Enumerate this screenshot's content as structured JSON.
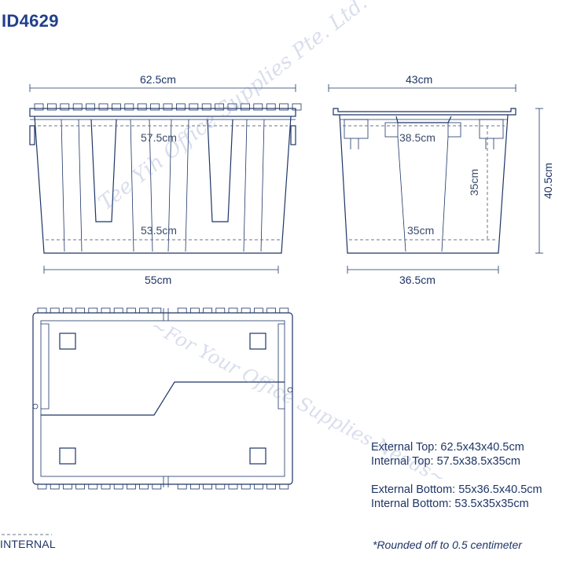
{
  "product_id": "ID4629",
  "dimensions": {
    "external_top_length": "62.5cm",
    "external_top_width": "43cm",
    "internal_top_length": "57.5cm",
    "internal_top_width": "38.5cm",
    "internal_bottom_length": "53.5cm",
    "internal_bottom_width": "35cm",
    "internal_height": "35cm",
    "external_height": "40.5cm",
    "external_bottom_length": "55cm",
    "external_bottom_width": "36.5cm"
  },
  "specs": [
    "External Top: 62.5x43x40.5cm",
    "Internal Top: 57.5x38.5x35cm",
    "External Bottom: 55x36.5x40.5cm",
    "Internal Bottom: 53.5x35x35cm"
  ],
  "legend": {
    "internal_label": "INTERNAL"
  },
  "footnote": "*Rounded off to 0.5 centimeter",
  "watermark": {
    "line1": "Tee Yih Office Supplies Pte. Ltd.",
    "line2": "~For Your Office Supplies Needs~"
  },
  "colors": {
    "line": "#1e3566",
    "title": "#22408a",
    "dashed": "#6b7488"
  }
}
